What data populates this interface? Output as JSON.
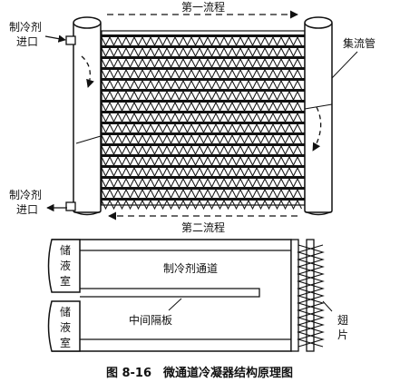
{
  "labels": {
    "top_flow": "第一流程",
    "bottom_flow": "第二流程",
    "inlet_top_l1": "制冷剂",
    "inlet_top_l2": "进口",
    "inlet_bottom_l1": "制冷剂",
    "inlet_bottom_l2": "进口",
    "header_tube": "集流管",
    "receiver_top": [
      "储",
      "液",
      "室"
    ],
    "receiver_bottom": [
      "储",
      "液",
      "室"
    ],
    "refrigerant_channel": "制冷剂通道",
    "middle_partition": "中间隔板",
    "fin_l1": "翅",
    "fin_l2": "片",
    "caption": "图 8-16　微通道冷凝器结构原理图"
  },
  "colors": {
    "line": "#111111",
    "background": "#ffffff"
  }
}
